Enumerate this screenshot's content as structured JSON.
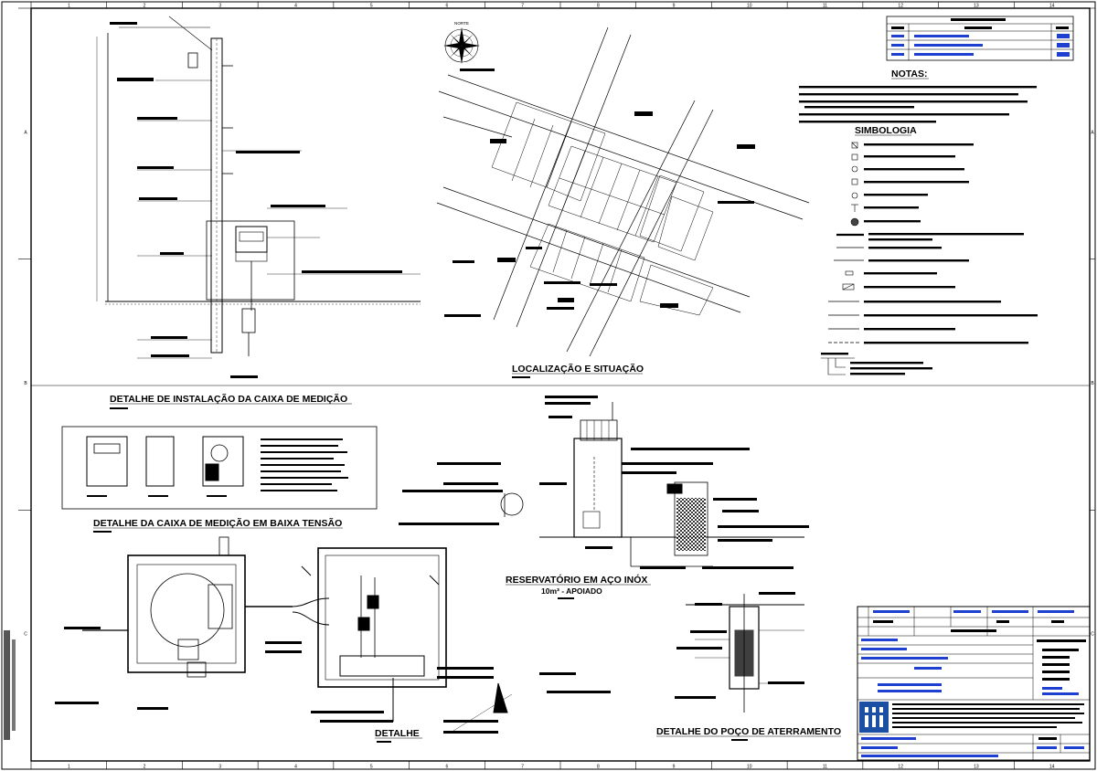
{
  "frame": {
    "columns": [
      "1",
      "2",
      "3",
      "4",
      "5",
      "6",
      "7",
      "8",
      "9",
      "10",
      "11",
      "12",
      "13",
      "14"
    ],
    "rows": [
      "A",
      "B",
      "C"
    ]
  },
  "titles": {
    "detalhe_instalacao": "DETALHE DE INSTALAÇÃO DA CAIXA DE MEDIÇÃO",
    "localizacao": "LOCALIZAÇÃO E SITUAÇÃO",
    "detalhe_caixa": "DETALHE DA CAIXA DE MEDIÇÃO EM BAIXA TENSÃO",
    "reservatorio": "RESERVATÓRIO EM AÇO INÓX",
    "reservatorio_sub": "10m³ - APOIADO",
    "detalhe": "DETALHE",
    "poco": "DETALHE DO POÇO DE ATERRAMENTO"
  },
  "notes": {
    "heading": "NOTAS:",
    "symbology_heading": "SIMBOLOGIA"
  },
  "compass": {
    "label": "NORTE"
  },
  "colors": {
    "ink": "#000000",
    "cad_blue": "#1f3fd1",
    "logo_blue": "#1b4fa3",
    "paper": "#ffffff"
  },
  "icons": [
    "north-arrow-icon",
    "company-logo"
  ]
}
